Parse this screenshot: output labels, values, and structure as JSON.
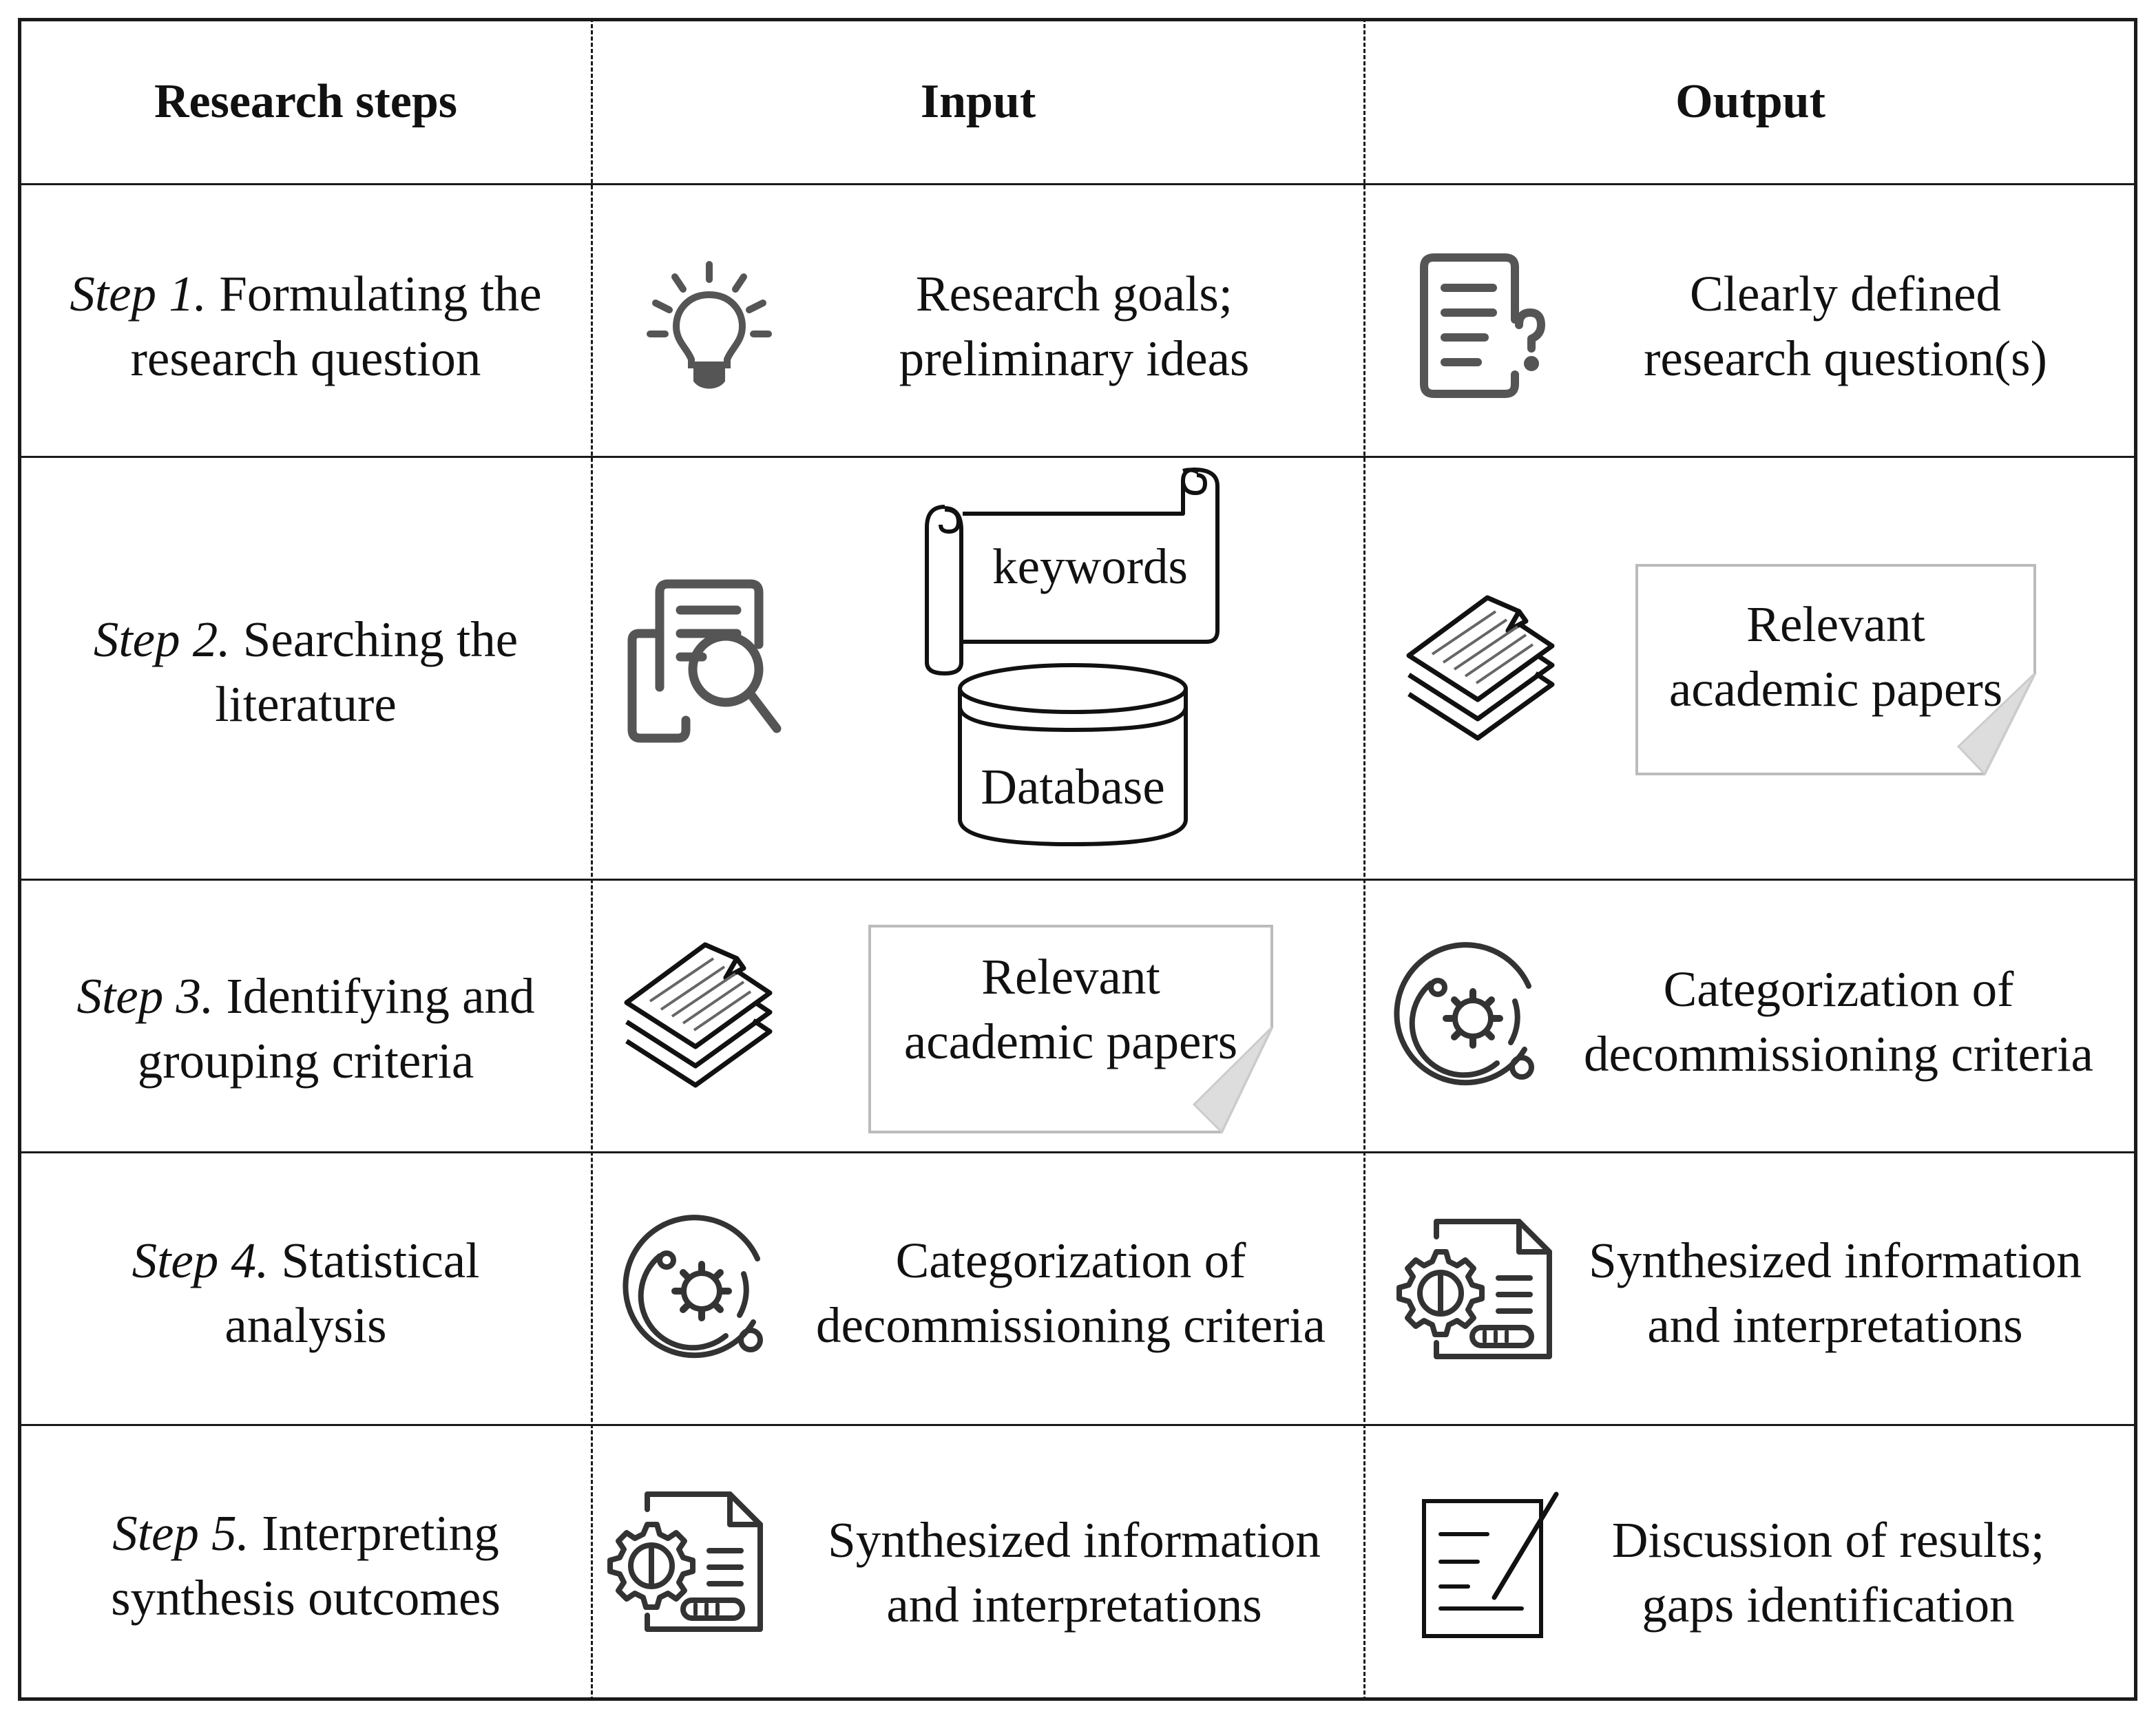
{
  "header": {
    "steps": "Research steps",
    "input": "Input",
    "output": "Output"
  },
  "rows": [
    {
      "step_label": "Step 1.",
      "step_rest": " Formulating the",
      "step_line2": "research question",
      "input_line1": "Research goals;",
      "input_line2": "preliminary ideas",
      "input_icon": "lightbulb-icon",
      "output_line1": "Clearly defined",
      "output_line2": "research question(s)",
      "output_icon": "question-document-icon"
    },
    {
      "step_label": "Step 2.",
      "step_rest": " Searching the",
      "step_line2": "literature",
      "input_icon": "document-search-icon",
      "input_scroll": "keywords",
      "input_database": "Database",
      "output_line1": "Relevant",
      "output_line2": "academic papers",
      "output_icon": "paper-stack-icon"
    },
    {
      "step_label": "Step 3.",
      "step_rest": " Identifying and",
      "step_line2": "grouping criteria",
      "input_line1": "Relevant",
      "input_line2": "academic papers",
      "input_icon": "paper-stack-icon",
      "output_line1": "Categorization of",
      "output_line2": "decommissioning criteria",
      "output_icon": "orbit-gear-icon"
    },
    {
      "step_label": "Step 4.",
      "step_rest": " Statistical",
      "step_line2": "analysis",
      "input_line1": "Categorization of",
      "input_line2": "decommissioning criteria",
      "input_icon": "orbit-gear-icon",
      "output_line1": "Synthesized information",
      "output_line2": "and interpretations",
      "output_icon": "gear-document-icon"
    },
    {
      "step_label": "Step 5.",
      "step_rest": " Interpreting",
      "step_line2": "synthesis outcomes",
      "input_line1": "Synthesized information",
      "input_line2": "and interpretations",
      "input_icon": "gear-document-icon",
      "output_line1": "Discussion of results;",
      "output_line2": "gaps identification",
      "output_icon": "pen-note-icon"
    }
  ]
}
